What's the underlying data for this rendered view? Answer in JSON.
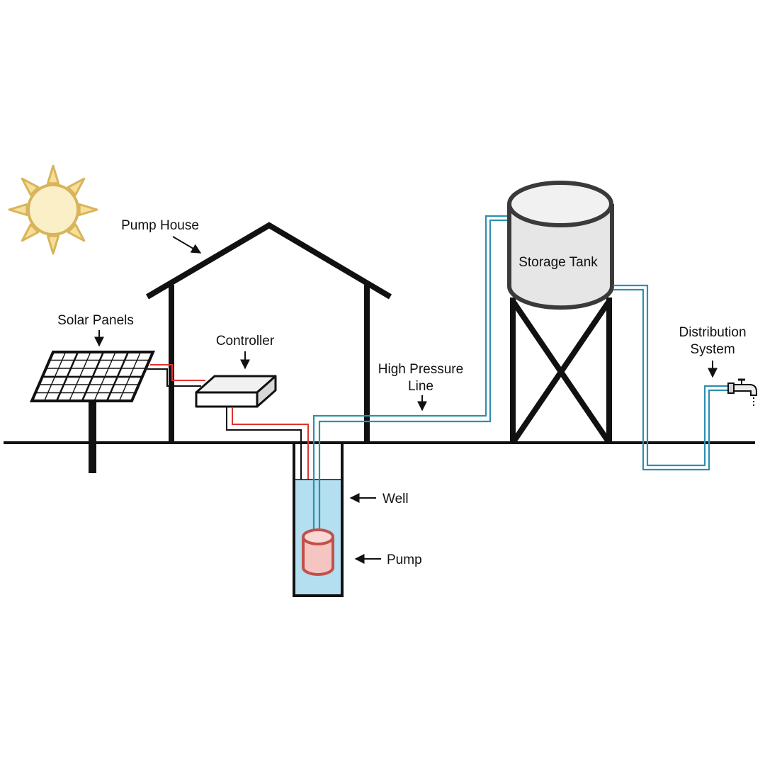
{
  "labels": {
    "pump_house": "Pump House",
    "solar_panels": "Solar Panels",
    "controller": "Controller",
    "high_pressure_line_1": "High Pressure",
    "high_pressure_line_2": "Line",
    "storage_tank": "Storage Tank",
    "distribution_system_1": "Distribution",
    "distribution_system_2": "System",
    "well": "Well",
    "pump": "Pump"
  },
  "colors": {
    "outline": "#111111",
    "sun_fill": "#fbefc8",
    "sun_stroke": "#d8b45a",
    "power_wire": "#e0332f",
    "water_pipe": "#2e8fb0",
    "well_water": "#b3dff0",
    "pump_fill": "#f5c5c2",
    "pump_stroke": "#c1504b",
    "tank_fill": "#e6e6e6",
    "controller_fill": "#f1f1f1"
  },
  "icons": [
    "sun-icon",
    "faucet-icon"
  ]
}
